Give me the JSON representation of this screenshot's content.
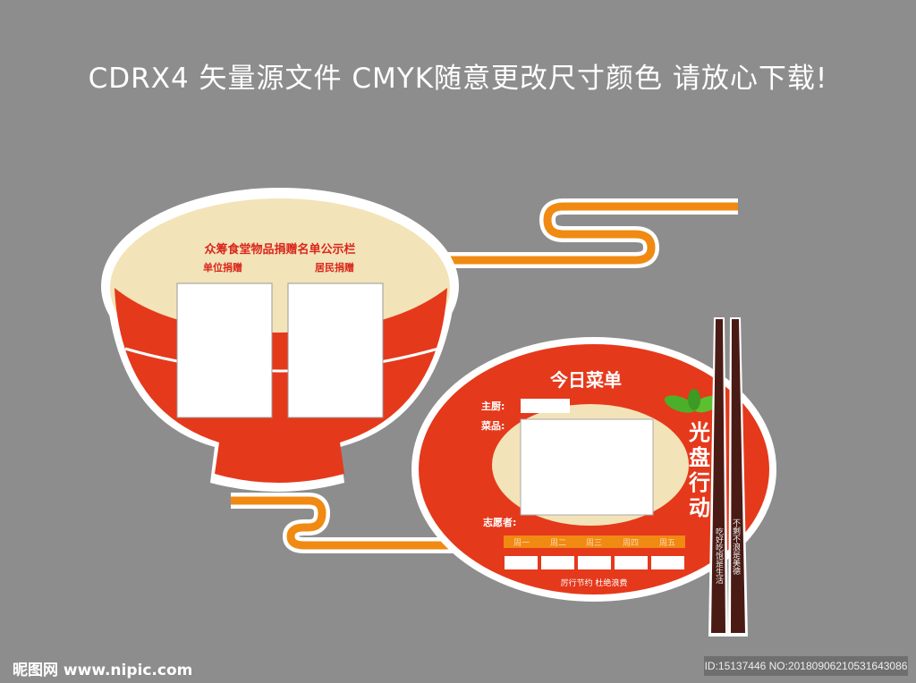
{
  "header": {
    "text": "CDRX4 矢量源文件 CMYK随意更改尺寸颜色 请放心下载!"
  },
  "bowl": {
    "title": "众筹食堂物品捐赠名单公示栏",
    "left_label": "单位捐赠",
    "right_label": "居民捐赠"
  },
  "plate": {
    "title": "今日菜单",
    "chef_label": "主厨:",
    "dish_label": "菜品:",
    "volunteer_label": "志愿者:",
    "days": [
      "周一",
      "周二",
      "周三",
      "周四",
      "周五"
    ],
    "slogan": "厉行节约 杜绝浪费",
    "side_title": "光盘行动"
  },
  "chopsticks": {
    "left_text": "吃好吃饱是生活",
    "right_text": "不剩不浪是美德"
  },
  "watermark": {
    "logo": "昵图网 www.nipic.com",
    "id_text": "ID:15137446 NO:20180906210531643086"
  },
  "colors": {
    "background": "#8d8d8d",
    "red": "#e5391c",
    "cream": "#f3e3b8",
    "orange": "#f08a12",
    "chopstick": "#4a1a14"
  }
}
